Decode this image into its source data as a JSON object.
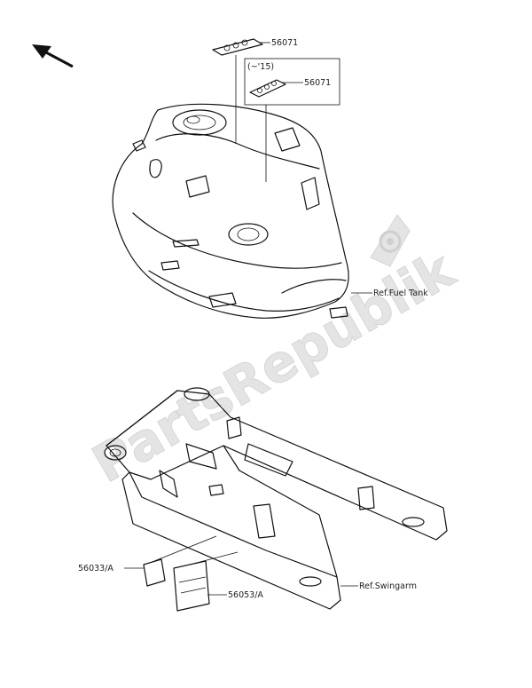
{
  "callouts": {
    "tank_top_label": "56071",
    "tank_box_note": "(~'15)",
    "tank_box_label": "56071",
    "ref_fuel_tank": "Ref.Fuel Tank",
    "swingarm_small_label": "56033/A",
    "swingarm_large_label": "56053/A",
    "ref_swingarm": "Ref.Swingarm"
  },
  "watermark": {
    "text": "PartsRepublik"
  },
  "icons": {
    "direction": "arrow-up-left-icon",
    "watermark_logo": "gear-icon"
  },
  "colors": {
    "line": "#111111",
    "watermark": "#dcdcdc",
    "background": "#ffffff"
  }
}
